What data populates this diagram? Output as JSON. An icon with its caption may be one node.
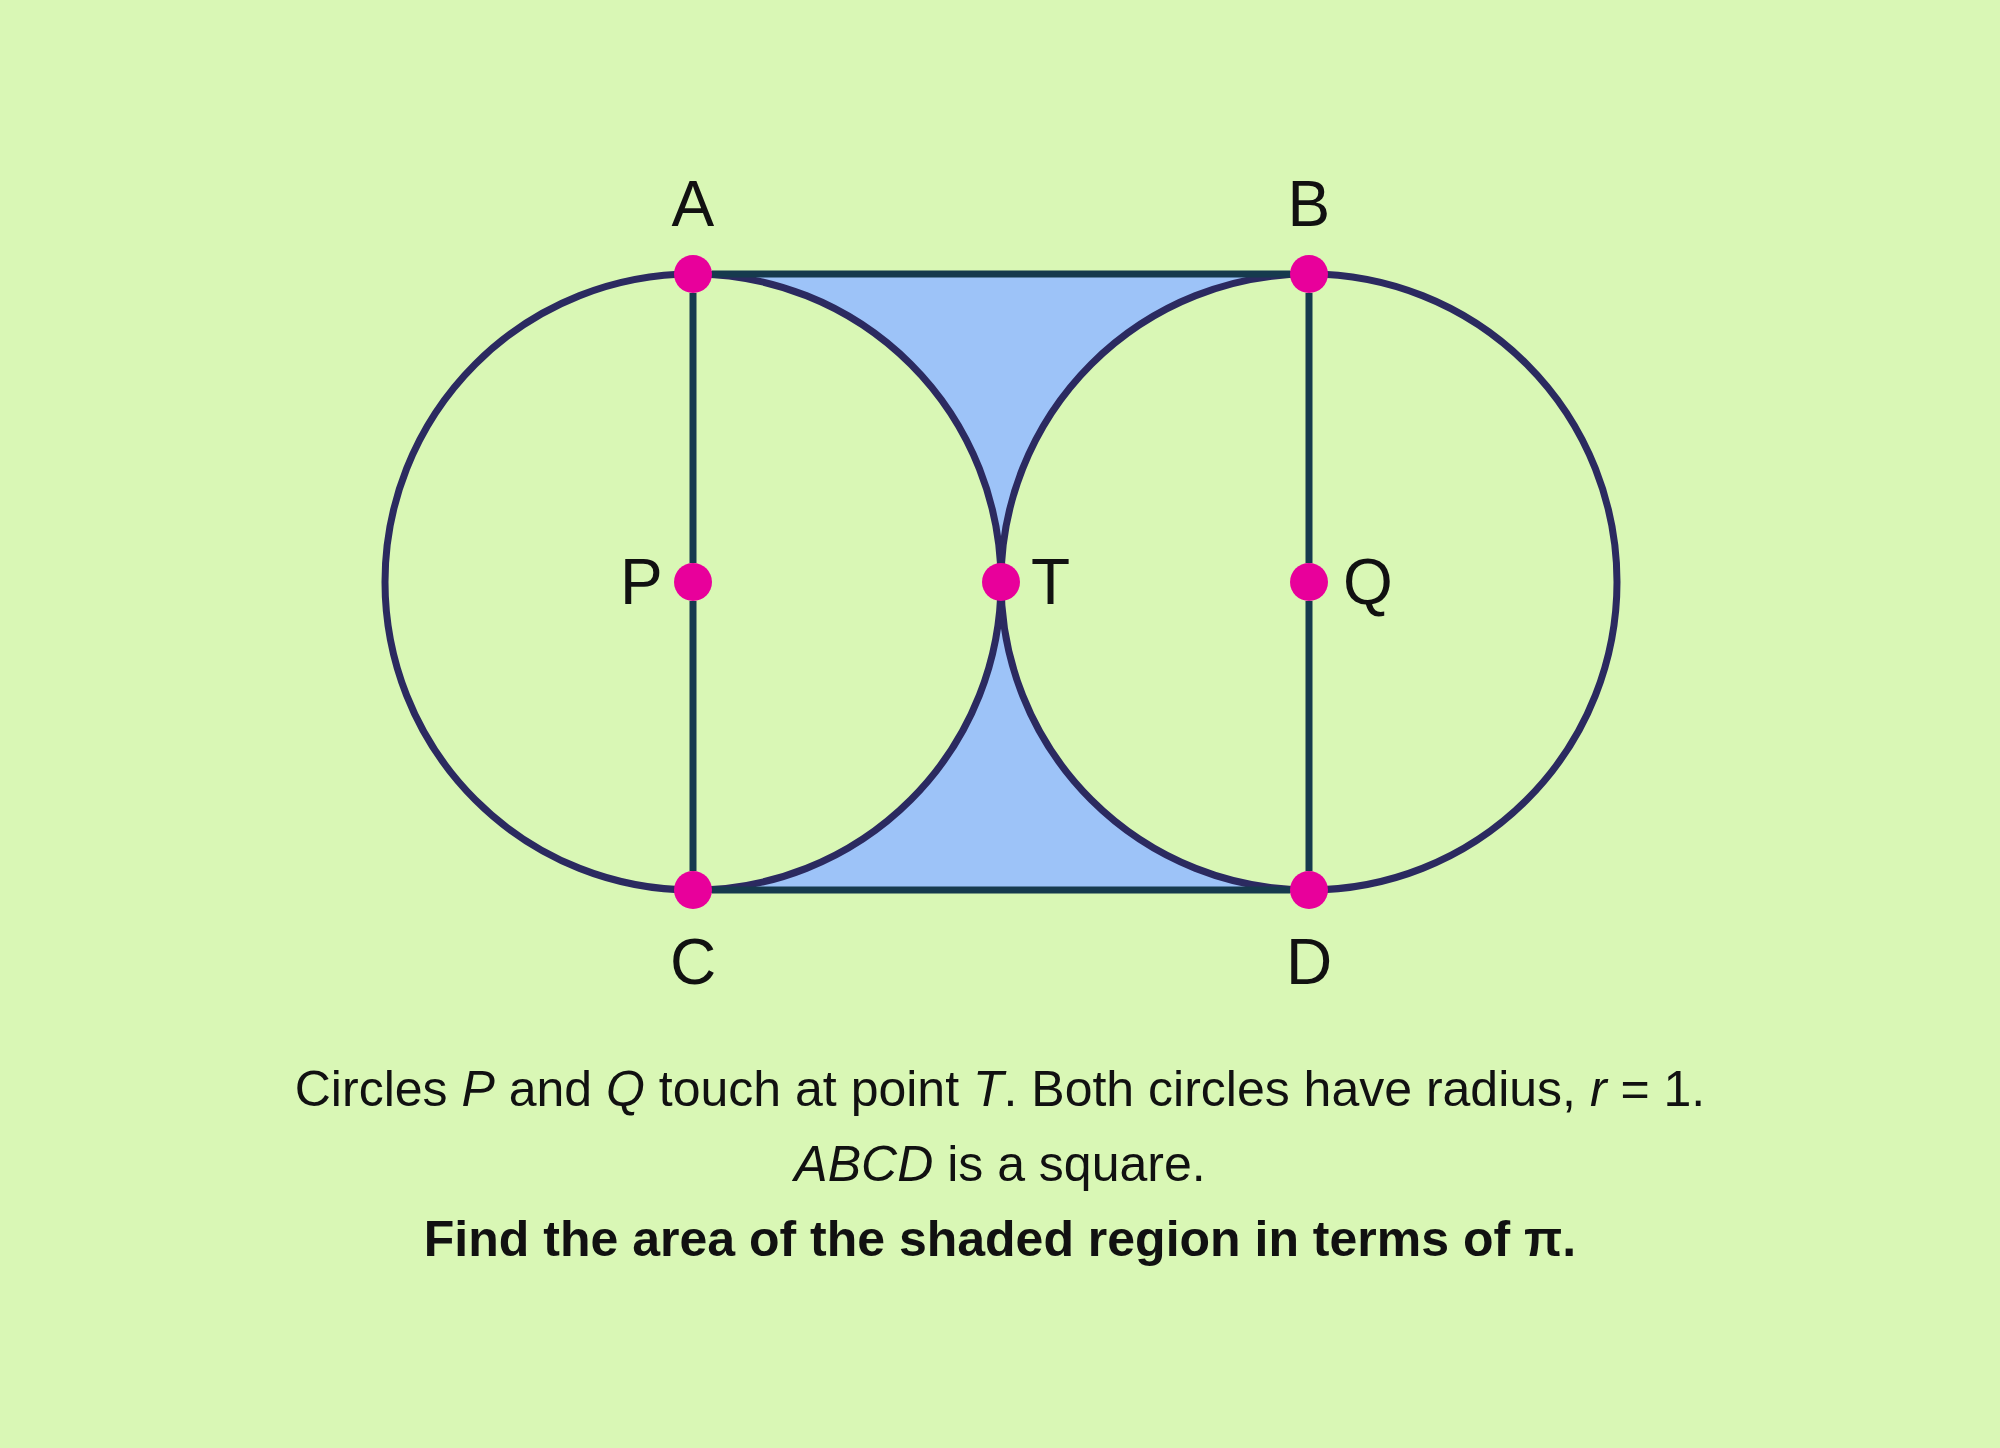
{
  "diagram": {
    "caption": "Find the area of the shaded region in terms of π.",
    "nodes": [
      {
        "text": [
          "A"
        ]
      },
      {
        "text": [
          "B"
        ]
      },
      {
        "text": [
          "P"
        ]
      },
      {
        "text": [
          "T"
        ]
      },
      {
        "text": [
          "Q"
        ]
      },
      {
        "text": [
          "C"
        ]
      },
      {
        "text": [
          "D"
        ]
      }
    ],
    "edges": [
      {
        "from": 0,
        "to": 1,
        "arrow": "none"
      },
      {
        "from": 0,
        "to": 2,
        "arrow": "none"
      },
      {
        "from": 2,
        "to": 5,
        "arrow": "none"
      },
      {
        "from": 1,
        "to": 4,
        "arrow": "none"
      },
      {
        "from": 4,
        "to": 6,
        "arrow": "none"
      },
      {
        "from": 5,
        "to": 6,
        "arrow": "none"
      }
    ],
    "labels": [
      "Circles *P* and *Q* touch at point *T*. Both circles have radius, *r* = 1.",
      "*ABCD* is a square."
    ]
  }
}
